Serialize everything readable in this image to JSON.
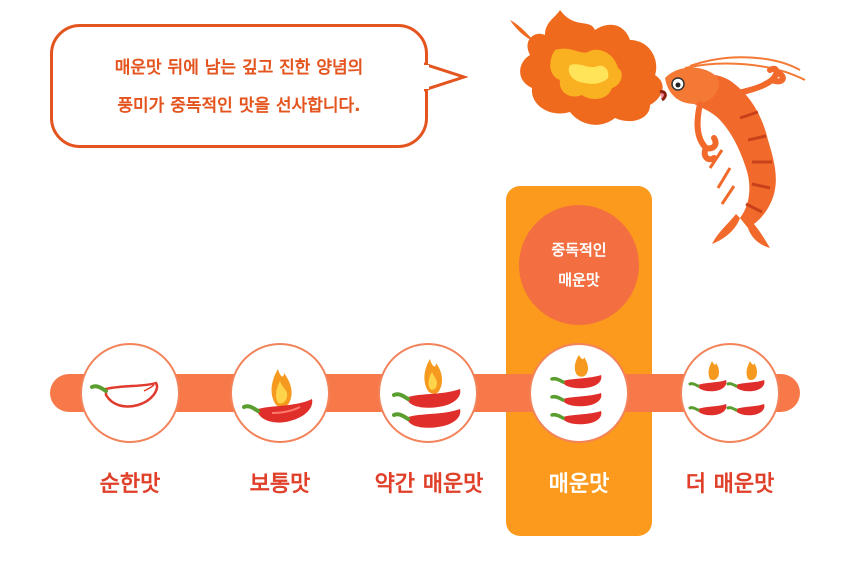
{
  "bubble": {
    "line1": "매운맛 뒤에 남는 깊고 진한 양념의",
    "line2": "풍미가 중독적인 맛을 선사합니다."
  },
  "highlight": {
    "badge_line1": "중독적인",
    "badge_line2": "매운맛"
  },
  "levels": [
    {
      "label": "순한맛",
      "icon": "mild-pepper-icon",
      "fill": 0
    },
    {
      "label": "보통맛",
      "icon": "pepper-flame-icon",
      "fill": 1
    },
    {
      "label": "약간 매운맛",
      "icon": "two-peppers-flame-icon",
      "fill": 2
    },
    {
      "label": "매운맛",
      "icon": "three-peppers-flame-icon",
      "fill": 3
    },
    {
      "label": "더 매운맛",
      "icon": "four-peppers-flame-icon",
      "fill": 4
    }
  ],
  "active_level": 3,
  "colors": {
    "accent": "#e4541f",
    "track": "#f7794a",
    "highlight": "#fb9a1d",
    "badge": "#f36e41",
    "label": "#e0402a"
  }
}
